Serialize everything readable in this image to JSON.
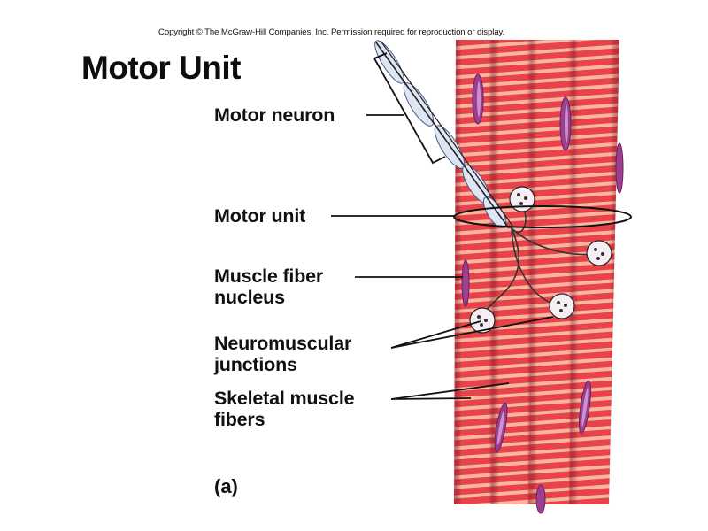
{
  "copyright": "Copyright © The McGraw-Hill Companies, Inc. Permission required for reproduction or display.",
  "title": "Motor Unit",
  "labels": {
    "motor_neuron": "Motor neuron",
    "motor_unit": "Motor unit",
    "muscle_fiber_nucleus_line1": "Muscle fiber",
    "muscle_fiber_nucleus_line2": "nucleus",
    "neuromuscular_junctions_line1": "Neuromuscular",
    "neuromuscular_junctions_line2": "junctions",
    "skeletal_muscle_fibers_line1": "Skeletal muscle",
    "skeletal_muscle_fibers_line2": "fibers"
  },
  "figure_letter": "(a)",
  "colors": {
    "muscle_red": "#e8424a",
    "striation": "#f7b6a0",
    "nucleus_purple": "#9b3f8e",
    "neuron_sheath": "#dfe6f3",
    "line": "#111111"
  }
}
